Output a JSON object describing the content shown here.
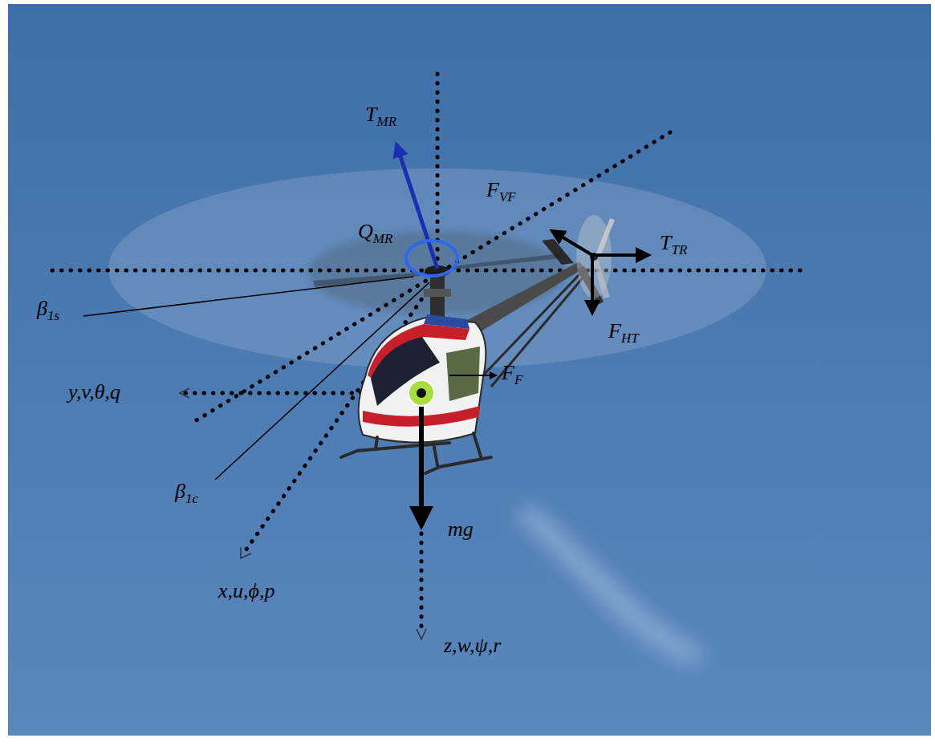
{
  "diagram": {
    "labels": [
      "TMR",
      "QMR",
      "FVF",
      "TTR",
      "β1s",
      "FHT",
      "y,v,θ,q",
      "FF",
      "β1c",
      "mg",
      "x,u,ϕ,p",
      "z,w,ψ,r"
    ]
  }
}
